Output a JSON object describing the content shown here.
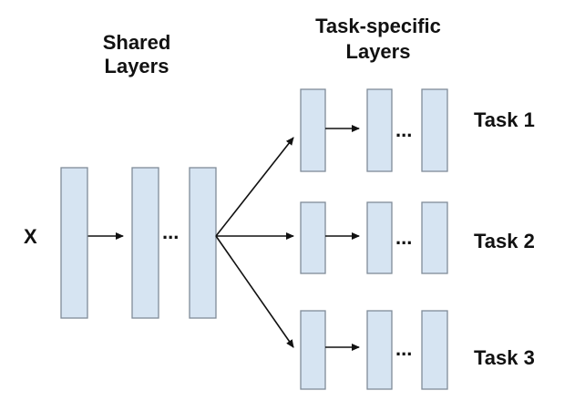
{
  "headings": {
    "shared": [
      "Shared",
      "Layers"
    ],
    "task_specific": [
      "Task-specific",
      "Layers"
    ]
  },
  "input_label": "X",
  "ellipsis": "...",
  "tasks": [
    {
      "label": "Task 1"
    },
    {
      "label": "Task 2"
    },
    {
      "label": "Task 3"
    }
  ],
  "colors": {
    "layer_fill": "#d6e4f2",
    "layer_stroke": "#7f8b98",
    "arrow": "#111111",
    "text": "#111111"
  }
}
